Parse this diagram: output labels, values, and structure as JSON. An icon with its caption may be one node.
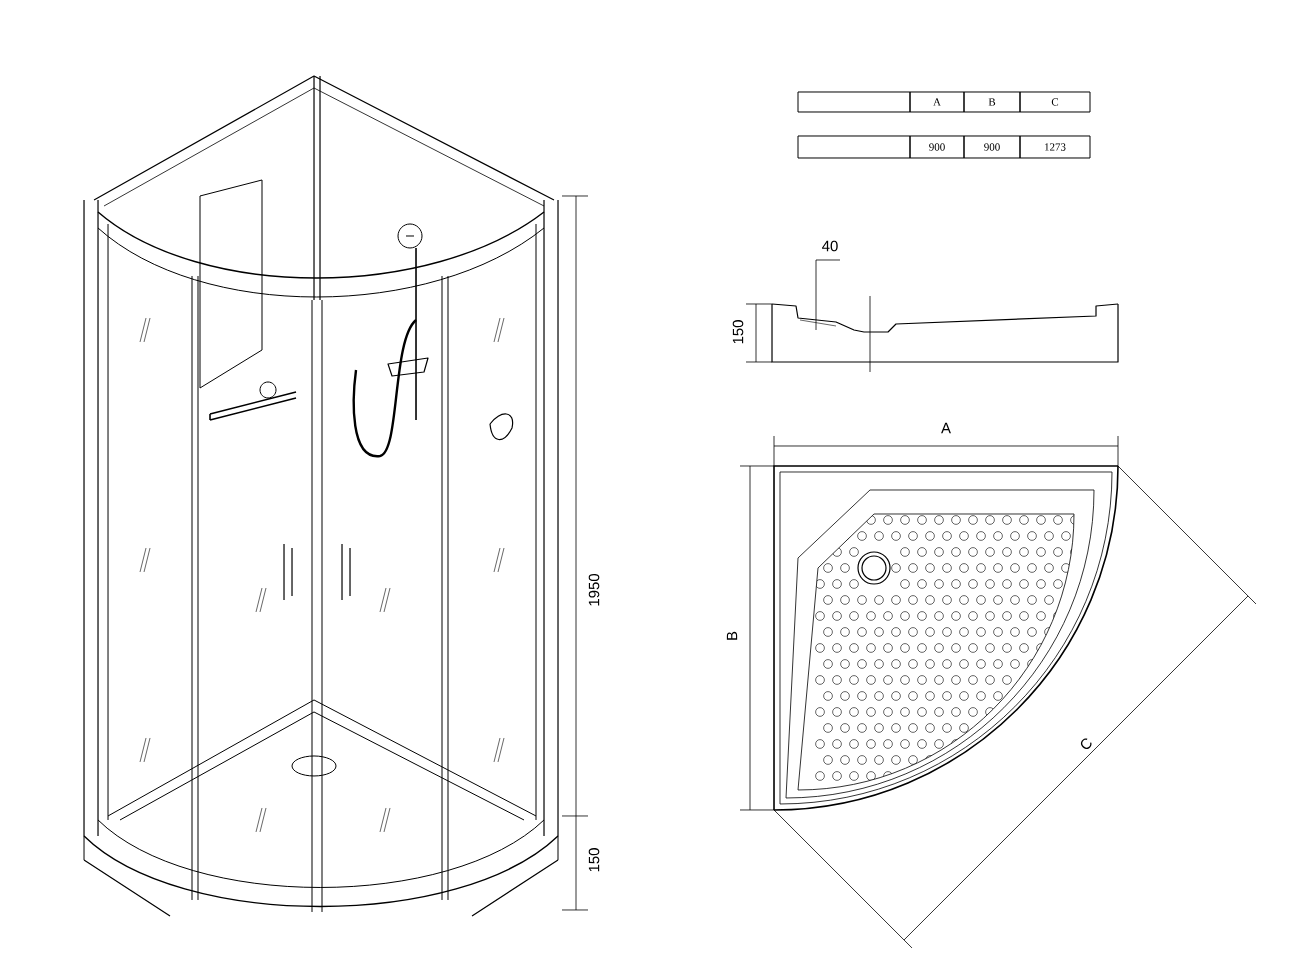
{
  "diagram": {
    "labels": [
      "A",
      "B",
      "C",
      "900",
      "900",
      "1273",
      "40",
      "150",
      "A",
      "B",
      "C",
      "1950",
      "150"
    ]
  }
}
